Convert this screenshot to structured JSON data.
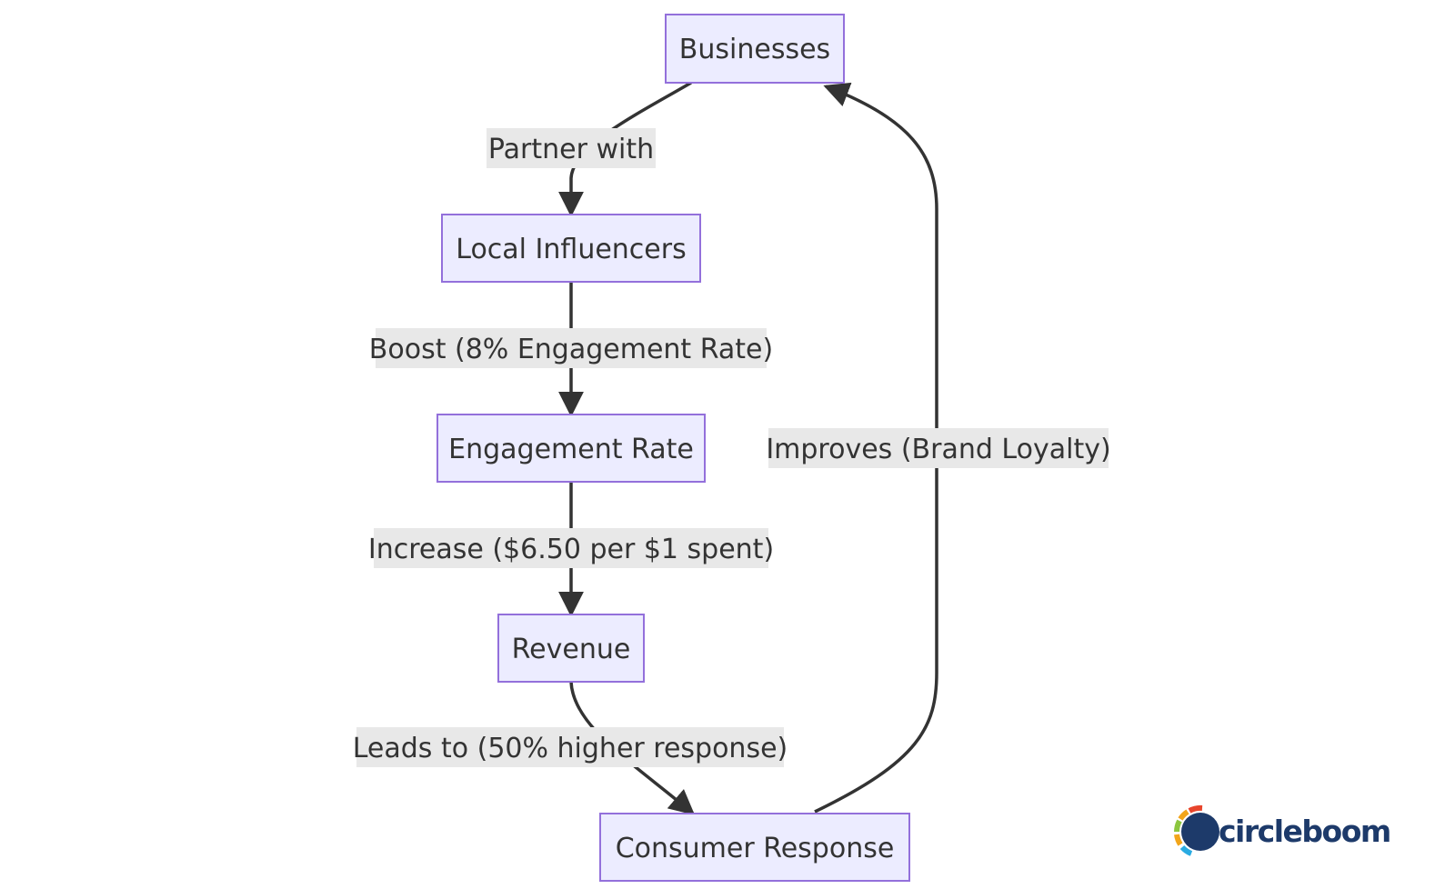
{
  "diagram": {
    "nodes": {
      "businesses": "Businesses",
      "influencers": "Local Influencers",
      "engagement": "Engagement Rate",
      "revenue": "Revenue",
      "response": "Consumer Response"
    },
    "edges": {
      "partner": "Partner with",
      "boost": "Boost (8% Engagement Rate)",
      "increase": "Increase ($6.50 per $1 spent)",
      "leads": "Leads to (50% higher response)",
      "improves": "Improves (Brand Loyalty)"
    },
    "colors": {
      "node_fill": "#ECECFF",
      "node_border": "#9370DB",
      "edge": "#333333",
      "label_bg": "#E8E8E8"
    }
  },
  "branding": {
    "logo_text": "circleboom",
    "logo_icon": "circleboom-logo-icon"
  }
}
